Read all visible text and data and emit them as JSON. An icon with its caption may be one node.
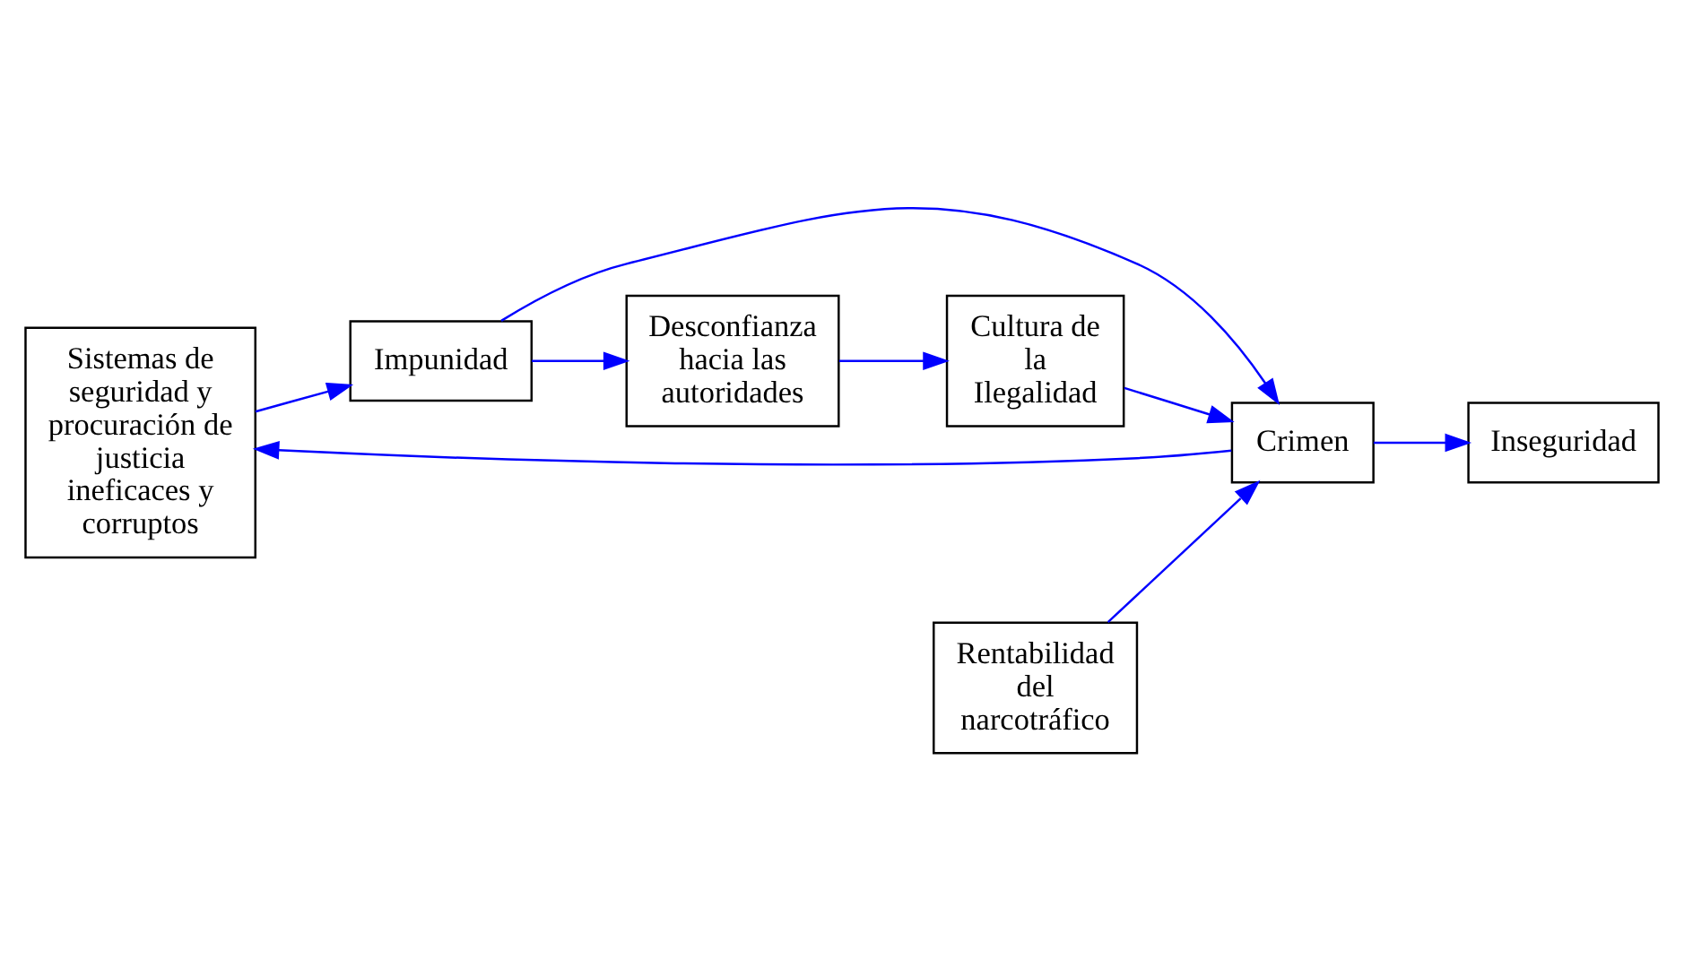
{
  "diagram": {
    "nodes": [
      {
        "text": [
          "Sistemas de seguridad y procuración de justicia ineficaces y corruptos"
        ]
      },
      {
        "text": [
          "Crimen"
        ]
      },
      {
        "text": [
          "Inseguridad"
        ]
      },
      {
        "text": [
          "Impunidad"
        ]
      },
      {
        "text": [
          "Cultura de la Ilegalidad"
        ]
      },
      {
        "text": [
          "Desconfianza hacia las autoridades"
        ]
      },
      {
        "text": [
          "Rentabilidad del narcotráfico"
        ]
      }
    ],
    "edges": [
      {
        "from": 1,
        "to": 0,
        "arrow": "to"
      },
      {
        "from": 1,
        "to": 2,
        "arrow": "to"
      },
      {
        "from": 0,
        "to": 3,
        "arrow": "to"
      },
      {
        "from": 3,
        "to": 1,
        "arrow": "to"
      },
      {
        "from": 3,
        "to": 5,
        "arrow": "to"
      },
      {
        "from": 4,
        "to": 1,
        "arrow": "to"
      },
      {
        "from": 6,
        "to": 1,
        "arrow": "to"
      },
      {
        "from": 5,
        "to": 4,
        "arrow": "to"
      }
    ]
  }
}
